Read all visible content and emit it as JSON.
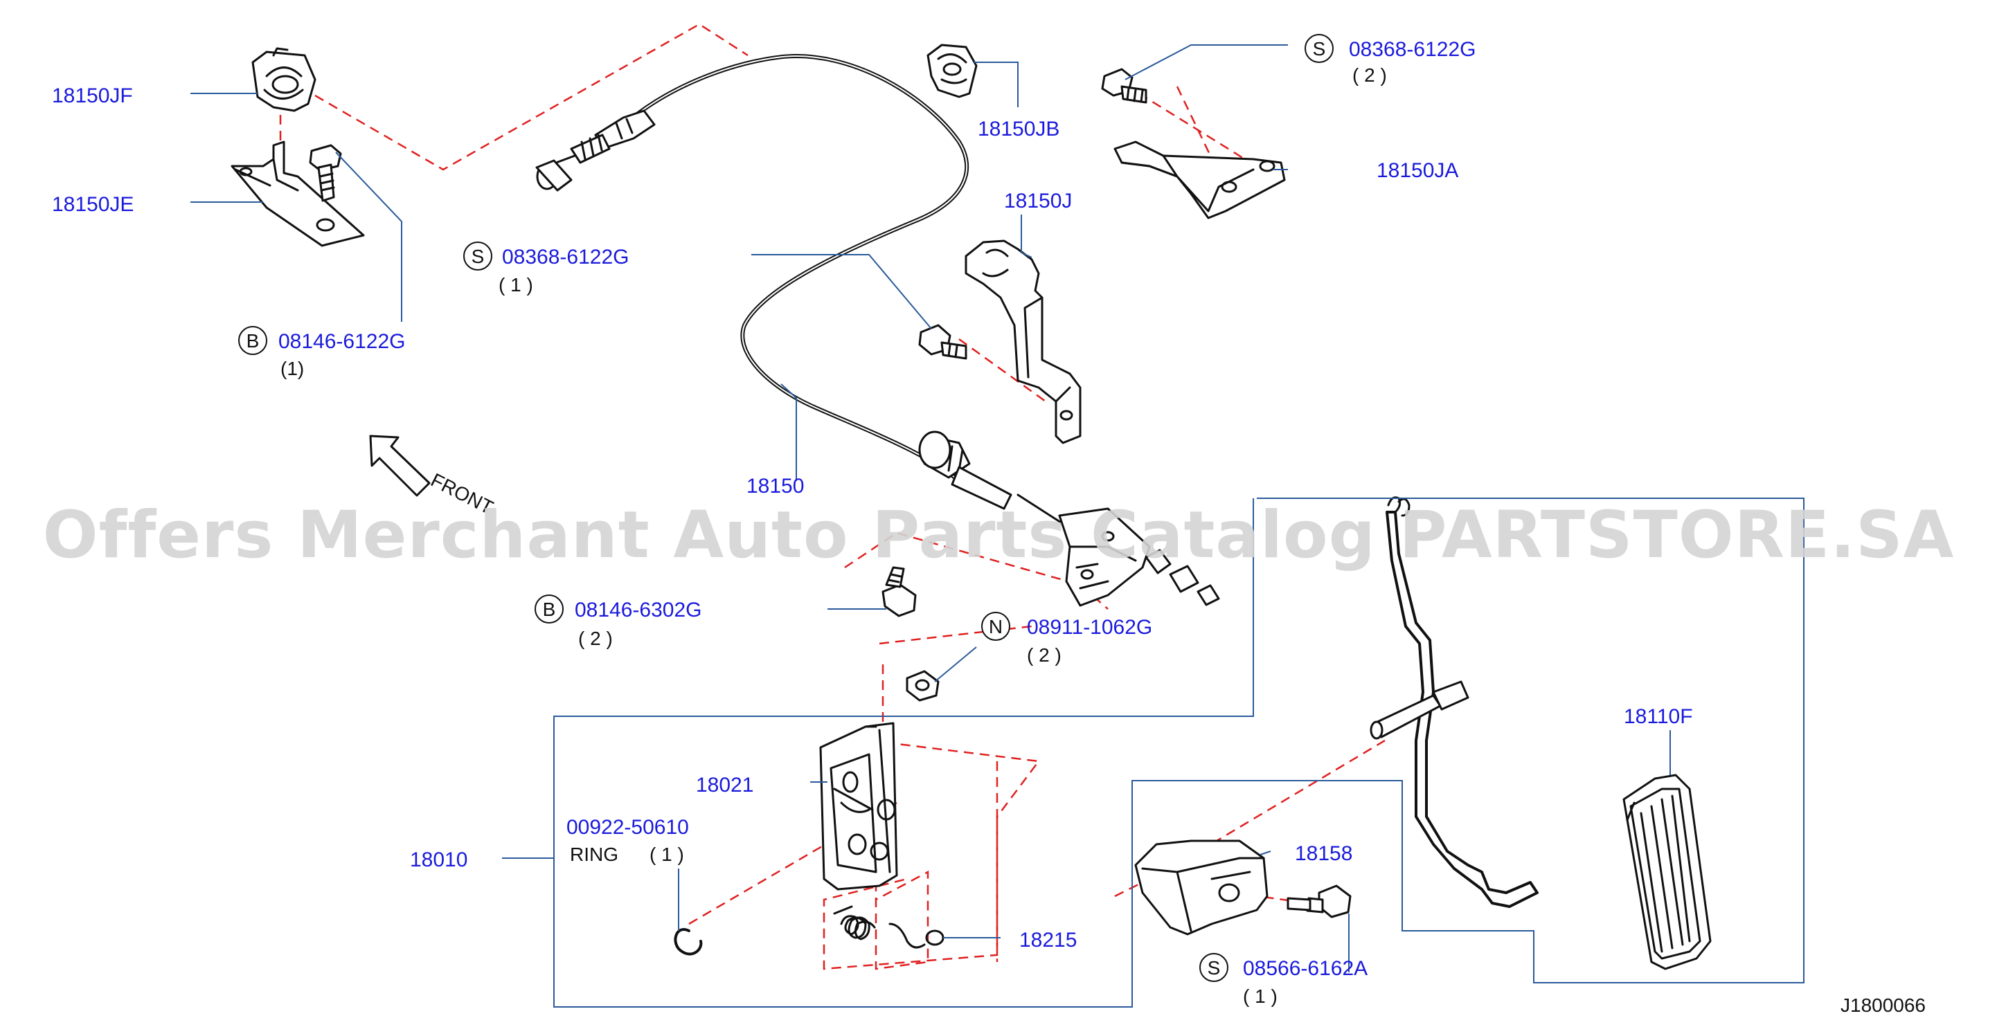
{
  "colors": {
    "callout": "#1a1adc",
    "leader": "#2a5a9a",
    "dash": "#e02020",
    "line": "#111111",
    "watermark": "#d4d4d4"
  },
  "watermark": "Offers Merchant Auto Parts Catalog PARTSTORE.SA",
  "front_label": "FRONT",
  "front_icon": "arrow-up-left-icon",
  "diagram_code": "J1800066",
  "callouts": {
    "c18150jf": "18150JF",
    "c18150je": "18150JE",
    "c08146_6122g": "08146-6122G",
    "q08146_6122g": "(1)",
    "c18150jb": "18150JB",
    "c08368_6122g_top": "08368-6122G",
    "q08368_6122g_top": "( 2 )",
    "c18150ja": "18150JA",
    "c18150j": "18150J",
    "c08368_6122g_mid": "08368-6122G",
    "q08368_6122g_mid": "( 1 )",
    "c18150": "18150",
    "c08146_6302g": "08146-6302G",
    "q08146_6302g": "( 2 )",
    "c08911_1062g": "08911-1062G",
    "q08911_1062g": "( 2 )",
    "c18021": "18021",
    "c00922_50610": "00922-50610",
    "ring_label": "RING",
    "q_ring": "( 1 )",
    "c18010": "18010",
    "c18215": "18215",
    "c18158": "18158",
    "c18110f": "18110F",
    "c08566_6162a": "08566-6162A",
    "q08566_6162a": "( 1 )"
  },
  "badges": {
    "s": "S",
    "b": "B",
    "n": "N"
  }
}
